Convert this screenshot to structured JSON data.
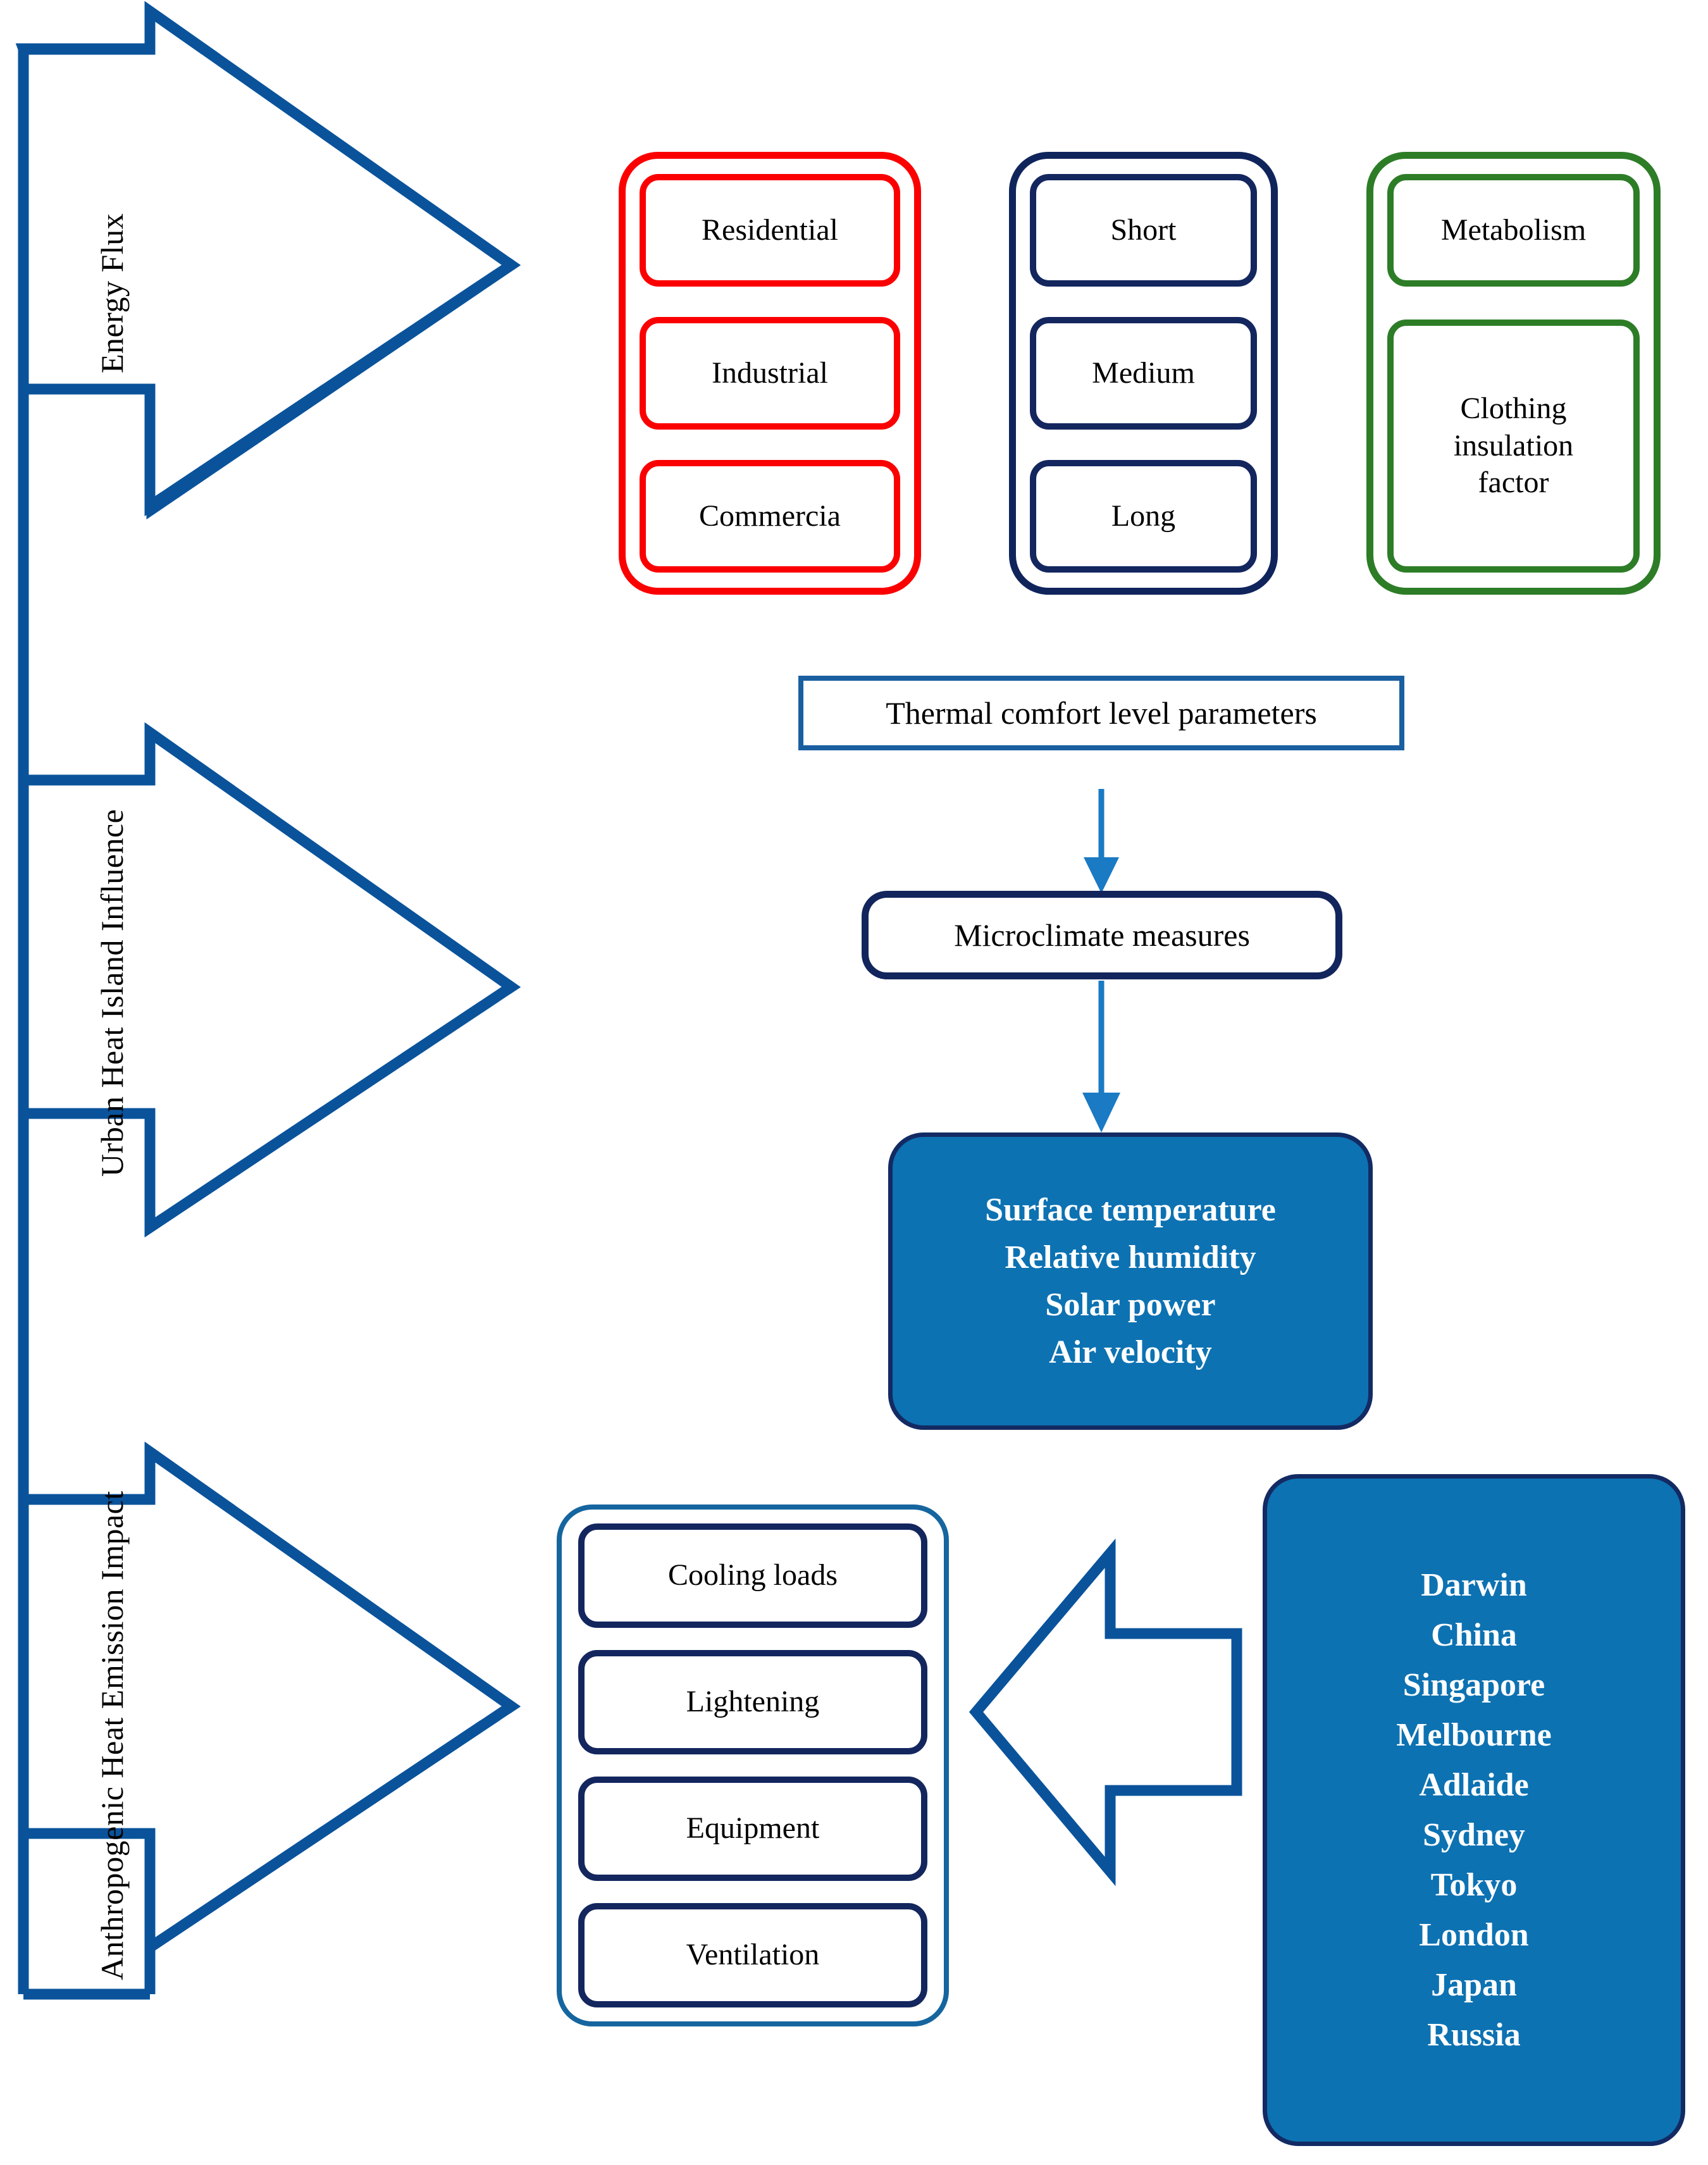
{
  "diagram": {
    "title_present": false,
    "colors": {
      "arrow_blue": "#0a539b",
      "category_red": "#fb0000",
      "category_navy": "#10245c",
      "category_green": "#2d7d27",
      "panel_fill_blue": "#0d72b2",
      "connector_blue": "#1a7ac4",
      "text_black": "#000000",
      "text_white": "#ffffff"
    },
    "stages": [
      {
        "id": "energy-flux",
        "label": "Energy Flux"
      },
      {
        "id": "urban-heat-island-influence",
        "label": "Urban Heat Island Influence"
      },
      {
        "id": "anthropogenic-heat-emission-impact",
        "label": "Anthropogenic Heat Emission Impact"
      }
    ],
    "groups": [
      {
        "id": "building-type-group",
        "color": "red",
        "items": [
          "Residential",
          "Industrial",
          "Commercia"
        ]
      },
      {
        "id": "duration-group",
        "color": "navy",
        "items": [
          "Short",
          "Medium",
          "Long"
        ]
      },
      {
        "id": "human-factor-group",
        "color": "green",
        "items": [
          "Metabolism",
          "Clothing insulation factor"
        ]
      },
      {
        "id": "building-energy-group",
        "color": "softblue",
        "items": [
          "Cooling loads",
          "Lightening",
          "Equipment",
          "Ventilation"
        ]
      }
    ],
    "process": {
      "thermal_comfort": "Thermal comfort level parameters",
      "microclimate": "Microclimate measures"
    },
    "measures_panel": {
      "id": "microclimate-measures-panel",
      "lines": [
        "Surface temperature",
        "Relative humidity",
        "Solar power",
        "Air velocity"
      ]
    },
    "cities_panel": {
      "id": "study-locations-panel",
      "lines": [
        "Darwin",
        "China",
        "Singapore",
        "Melbourne",
        "Adlaide",
        "Sydney",
        "Tokyo",
        "London",
        "Japan",
        "Russia"
      ]
    },
    "connectors": [
      {
        "id": "thermal-to-microclimate",
        "from": "Thermal comfort level parameters",
        "to": "Microclimate measures",
        "direction": "down"
      },
      {
        "id": "microclimate-to-measures",
        "from": "Microclimate measures",
        "to": "Surface temperature / Relative humidity / Solar power / Air velocity",
        "direction": "down"
      },
      {
        "id": "locations-to-building-energy",
        "from": "study-locations-panel",
        "to": "building-energy-group",
        "direction": "left"
      }
    ]
  }
}
